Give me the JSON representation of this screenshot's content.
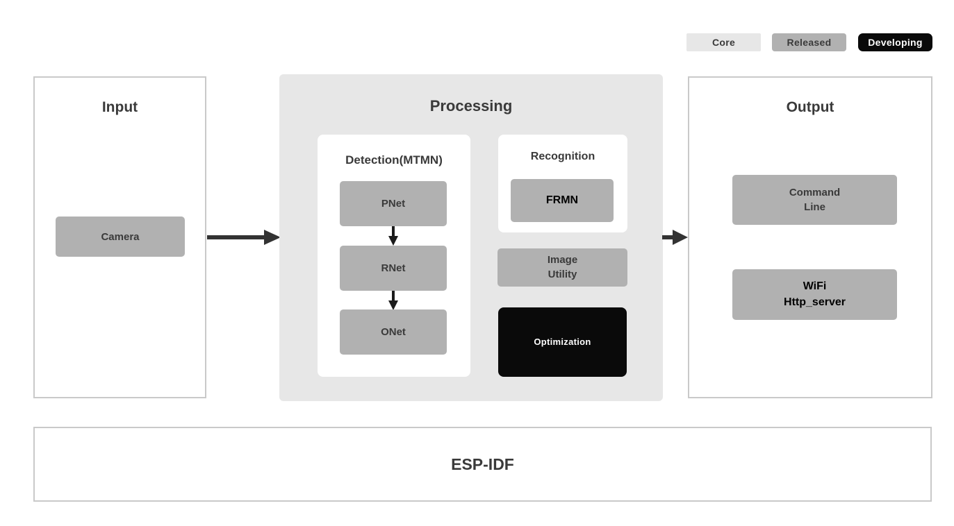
{
  "legend": {
    "items": [
      {
        "label": "Core",
        "status": "core",
        "bg": "#e7e7e7",
        "text_color": "#3a3a3a"
      },
      {
        "label": "Released",
        "status": "released",
        "bg": "#b1b1b1",
        "text_color": "#3a3a3a"
      },
      {
        "label": "Developing",
        "status": "developing",
        "bg": "#0a0a0a",
        "text_color": "#ffffff"
      }
    ]
  },
  "columns": {
    "input": {
      "title": "Input",
      "blocks": [
        {
          "lines": [
            "Camera"
          ],
          "status": "released"
        }
      ]
    },
    "processing": {
      "title": "Processing",
      "status": "core",
      "groups": [
        {
          "title": "Detection(MTMN)",
          "blocks": [
            {
              "lines": [
                "PNet"
              ],
              "status": "released"
            },
            {
              "lines": [
                "RNet"
              ],
              "status": "released"
            },
            {
              "lines": [
                "ONet"
              ],
              "status": "released"
            }
          ]
        },
        {
          "title": "Recognition",
          "blocks": [
            {
              "lines": [
                "FRMN"
              ],
              "status": "released"
            }
          ]
        }
      ],
      "utility_blocks": [
        {
          "lines": [
            "Image",
            "Utility"
          ],
          "status": "released"
        },
        {
          "lines": [
            "Optimization"
          ],
          "status": "developing"
        }
      ]
    },
    "output": {
      "title": "Output",
      "blocks": [
        {
          "lines": [
            "Command",
            "Line"
          ],
          "status": "released"
        },
        {
          "lines": [
            "WiFi",
            "Http_server"
          ],
          "status": "released"
        }
      ]
    }
  },
  "foundation": {
    "title": "ESP-IDF"
  },
  "icons": {
    "flow_arrow_right": "arrow-right-icon",
    "flow_arrow_down": "arrow-down-icon"
  },
  "colors": {
    "core_bg": "#e7e7e7",
    "released_bg": "#b1b1b1",
    "developing_bg": "#0a0a0a",
    "dark_text": "#3a3a3a",
    "black_text": "#000000",
    "white_text": "#ffffff",
    "panel_border": "#c9c9c9",
    "arrow": "#333333",
    "card_bg": "#ffffff"
  }
}
